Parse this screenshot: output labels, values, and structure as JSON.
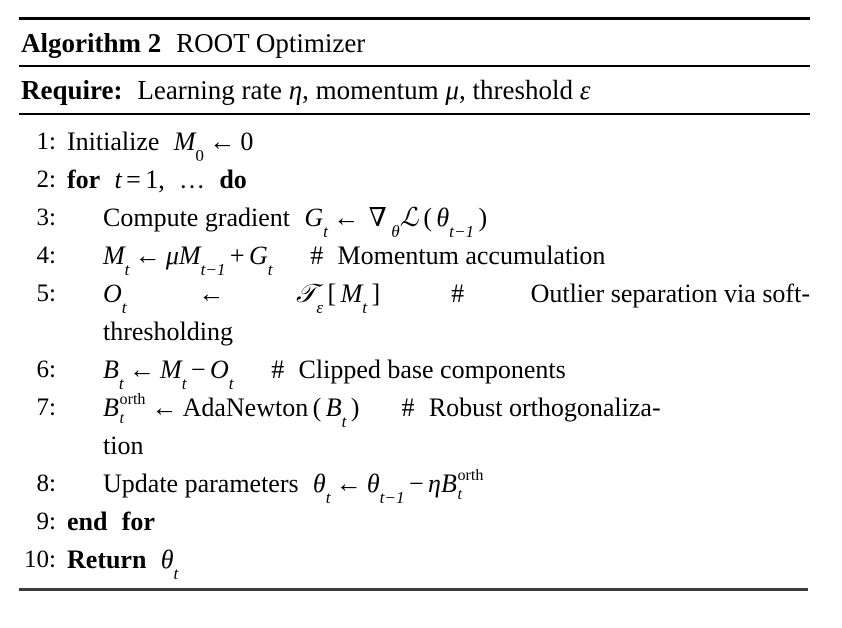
{
  "document": {
    "type": "algorithm-pseudocode",
    "background_color": "#ffffff",
    "text_color": "#000000",
    "rule_color": "#000000",
    "bottom_rule_color": "#3b3b3b"
  },
  "header": {
    "keyword": "Algorithm 2",
    "number": "2",
    "title": "ROOT Optimizer"
  },
  "require": {
    "keyword": "Require:",
    "text_1": "Learning rate ",
    "sym_eta": "η",
    "text_2": ", momentum ",
    "sym_mu": "μ",
    "text_3": ", threshold ",
    "sym_epsilon": "ε"
  },
  "steps": [
    {
      "number": "1:",
      "indent": 0,
      "text": "Initialize M_0 ← 0",
      "label_prefix": "Initialize",
      "math": "M",
      "sub": "0",
      "arrow": "←",
      "value": "0"
    },
    {
      "number": "2:",
      "indent": 0,
      "text": "for t = 1, … do",
      "kw_for": "for",
      "var": "t",
      "eq": "=",
      "one": "1",
      "comma": ",",
      "dots": "…",
      "kw_do": "do"
    },
    {
      "number": "3:",
      "indent": 1,
      "text": "Compute gradient G_t ← ∇_θ L(θ_{t-1})",
      "label_prefix": "Compute gradient",
      "lhs": "G",
      "lhs_sub": "t",
      "arrow": "←",
      "nabla": "∇",
      "nabla_sub": "θ",
      "cal_L": "ℒ",
      "theta": "θ",
      "theta_sub": "t−1"
    },
    {
      "number": "4:",
      "indent": 1,
      "text": "M_t ← μM_{t-1} + G_t    # Momentum accumulation",
      "lhs": "M",
      "lhs_sub": "t",
      "arrow": "←",
      "mu": "μ",
      "m2": "M",
      "m2_sub": "t−1",
      "plus": "+",
      "g": "G",
      "g_sub": "t",
      "comment": "# Momentum accumulation",
      "comment_hash": "#",
      "comment_text": "Momentum accumulation"
    },
    {
      "number": "5:",
      "indent": 1,
      "text": "O_t ← 𝒯_ε[M_t]    # Outlier separation via soft-thresholding",
      "lhs": "O",
      "lhs_sub": "t",
      "arrow": "←",
      "cal_T": "𝒯",
      "cal_T_sub": "ε",
      "bracket_open": "[",
      "m": "M",
      "m_sub": "t",
      "bracket_close": "]",
      "comment_hash": "#",
      "comment_line1": "Outlier separation via soft-",
      "comment_line2": "thresholding"
    },
    {
      "number": "6:",
      "indent": 1,
      "text": "B_t ← M_t − O_t    # Clipped base components",
      "lhs": "B",
      "lhs_sub": "t",
      "arrow": "←",
      "m": "M",
      "m_sub": "t",
      "minus": "−",
      "o": "O",
      "o_sub": "t",
      "comment_hash": "#",
      "comment_text": "Clipped base components"
    },
    {
      "number": "7:",
      "indent": 1,
      "text": "B_t^orth ← AdaNewton(B_t)    # Robust orthogonalization",
      "lhs": "B",
      "lhs_sub": "t",
      "lhs_sup": "orth",
      "arrow": "←",
      "func": "AdaNewton",
      "paren_open": "(",
      "arg": "B",
      "arg_sub": "t",
      "paren_close": ")",
      "comment_hash": "#",
      "comment_line1": "Robust orthogonaliza-",
      "comment_line2": "tion"
    },
    {
      "number": "8:",
      "indent": 1,
      "text": "Update parameters θ_t ← θ_{t-1} − ηB_t^orth",
      "label_prefix": "Update parameters",
      "theta": "θ",
      "theta_sub": "t",
      "arrow": "←",
      "theta2": "θ",
      "theta2_sub": "t−1",
      "minus": "−",
      "eta": "η",
      "b": "B",
      "b_sub": "t",
      "b_sup": "orth"
    },
    {
      "number": "9:",
      "indent": 0,
      "text": "end for",
      "kw_end": "end",
      "kw_for": "for"
    },
    {
      "number": "10:",
      "indent": 0,
      "text": "Return θ_t",
      "kw_return": "Return",
      "theta": "θ",
      "theta_sub": "t"
    }
  ]
}
